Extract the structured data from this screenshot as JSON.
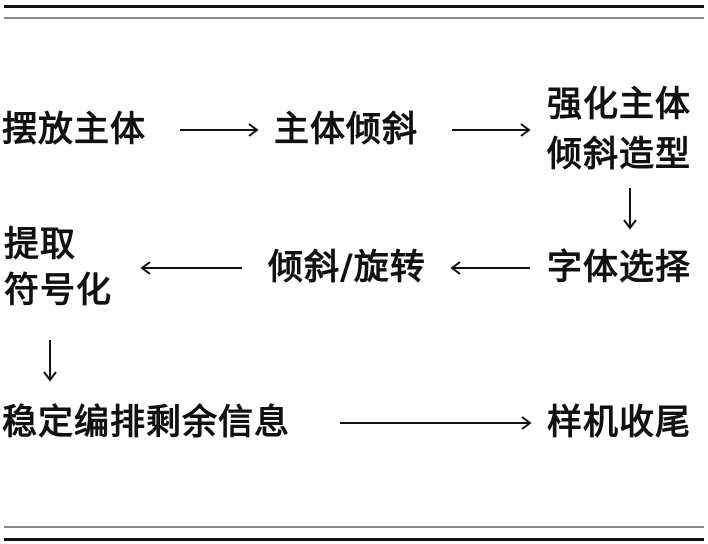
{
  "nodes": {
    "place_subject": "摆放主体",
    "tilt_subject": "主体倾斜",
    "strengthen_line1": "强化主体",
    "strengthen_line2": "倾斜造型",
    "font_choice": "字体选择",
    "tilt_rotate": "倾斜/旋转",
    "extract_line1": "提取",
    "extract_line2": "符号化",
    "stable_layout": "稳定编排剩余信息",
    "mockup_finish": "样机收尾"
  },
  "colors": {
    "text": "#111111",
    "rule_thin": "#8a8a8a"
  }
}
